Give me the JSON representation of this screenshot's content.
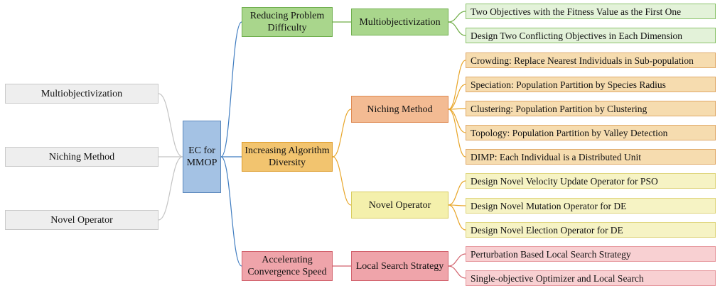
{
  "center": "EC for MMOP",
  "sources": [
    "Multiobjectivization",
    "Niching Method",
    "Novel Operator"
  ],
  "categories": [
    {
      "label": "Reducing Problem Difficulty",
      "color": "#6fae4d"
    },
    {
      "label": "Increasing Algorithm Diversity",
      "color": "#e8a62a"
    },
    {
      "label": "Accelerating Convergence Speed",
      "color": "#d2626d"
    }
  ],
  "methods": [
    "Multiobjectivization",
    "Niching Method",
    "Novel Operator",
    "Local Search Strategy"
  ],
  "leaves": [
    "Two Objectives with the Fitness Value as the First One",
    "Design Two Conflicting Objectives in Each Dimension",
    "Crowding: Replace Nearest Individuals in Sub-population",
    "Speciation: Population Partition by Species Radius",
    "Clustering: Population Partition by Clustering",
    "Topology: Population Partition by Valley Detection",
    "DIMP: Each Individual is a Distributed Unit",
    "Design Novel Velocity Update Operator for PSO",
    "Design Novel Mutation Operator for DE",
    "Design Novel Election Operator for DE",
    "Perturbation Based Local Search Strategy",
    "Single-objective Optimizer and Local Search"
  ],
  "edge_colors": {
    "gray": "#c4c4c4",
    "blue": "#3f7cc0",
    "green": "#70ad47",
    "orange": "#e8a62a",
    "red": "#d2626d"
  }
}
